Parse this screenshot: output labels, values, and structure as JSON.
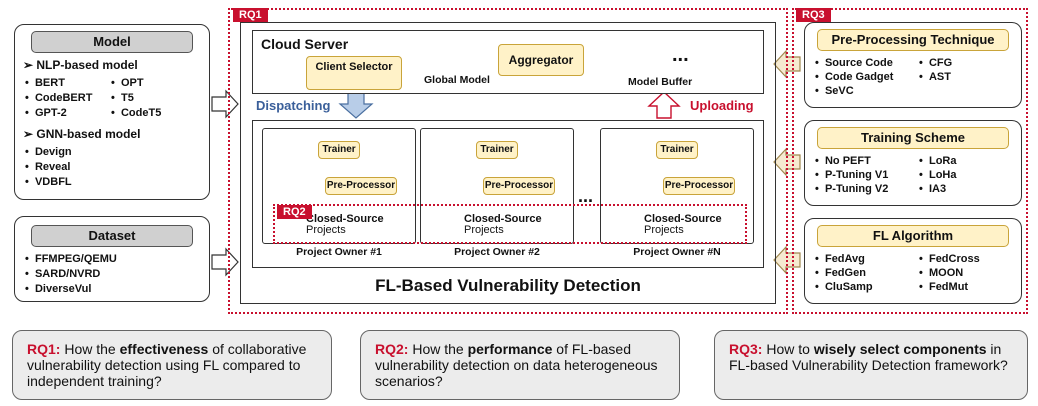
{
  "rq_labels": {
    "rq1": "RQ1",
    "rq2": "RQ2",
    "rq3": "RQ3"
  },
  "model": {
    "title": "Model",
    "nlp_header": "NLP-based model",
    "nlp_col1": [
      "BERT",
      "CodeBERT",
      "GPT-2"
    ],
    "nlp_col2": [
      "OPT",
      "T5",
      "CodeT5"
    ],
    "gnn_header": "GNN-based model",
    "gnn_items": [
      "Devign",
      "Reveal",
      "VDBFL"
    ]
  },
  "dataset": {
    "title": "Dataset",
    "items": [
      "FFMPEG/QEMU",
      "SARD/NVRD",
      "DiverseVul"
    ]
  },
  "server": {
    "title": "Cloud Server",
    "client_selector": "Client Selector",
    "aggregator": "Aggregator",
    "global_model": "Global Model",
    "model_buffer": "Model Buffer",
    "ellipsis": "...",
    "dispatching": "Dispatching",
    "uploading": "Uploading"
  },
  "owners": [
    {
      "trainer": "Trainer",
      "preprocessor": "Pre-Processor",
      "projects_bold": "Closed-Source",
      "projects_rest": "Projects",
      "label": "Project Owner #1"
    },
    {
      "trainer": "Trainer",
      "preprocessor": "Pre-Processor",
      "projects_bold": "Closed-Source",
      "projects_rest": "Projects",
      "label": "Project Owner #2"
    },
    {
      "trainer": "Trainer",
      "preprocessor": "Pre-Processor",
      "projects_bold": "Closed-Source",
      "projects_rest": "Projects",
      "label": "Project Owner #N"
    }
  ],
  "owners_ellipsis": "...",
  "center_title": "FL-Based Vulnerability Detection",
  "preprocessing": {
    "title": "Pre-Processing Technique",
    "col1": [
      "Source Code",
      "Code Gadget",
      "SeVC"
    ],
    "col2": [
      "CFG",
      "AST"
    ]
  },
  "training": {
    "title": "Training Scheme",
    "col1": [
      "No PEFT",
      "P-Tuning V1",
      "P-Tuning V2"
    ],
    "col2": [
      "LoRa",
      "LoHa",
      "IA3"
    ]
  },
  "fl_algorithm": {
    "title": "FL Algorithm",
    "col1": [
      "FedAvg",
      "FedGen",
      "CluSamp"
    ],
    "col2": [
      "FedCross",
      "MOON",
      "FedMut"
    ]
  },
  "questions": [
    {
      "rq": "RQ1:",
      "pre": " How the ",
      "bold": "effectiveness",
      "post": " of collaborative vulnerability detection using FL compared to independent training?"
    },
    {
      "rq": "RQ2:",
      "pre": " How the ",
      "bold": "performance",
      "post": " of FL-based vulnerability detection on data heterogeneous scenarios?"
    },
    {
      "rq": "RQ3:",
      "pre": " How to ",
      "bold": "wisely select components",
      "post": " in FL-based Vulnerability Detection framework?"
    }
  ],
  "colors": {
    "rq_red": "#c8102e",
    "yellow_fill": "#fff2c8",
    "gray_fill": "#d0d0d0",
    "blue_arrow": "#b8cde8"
  }
}
